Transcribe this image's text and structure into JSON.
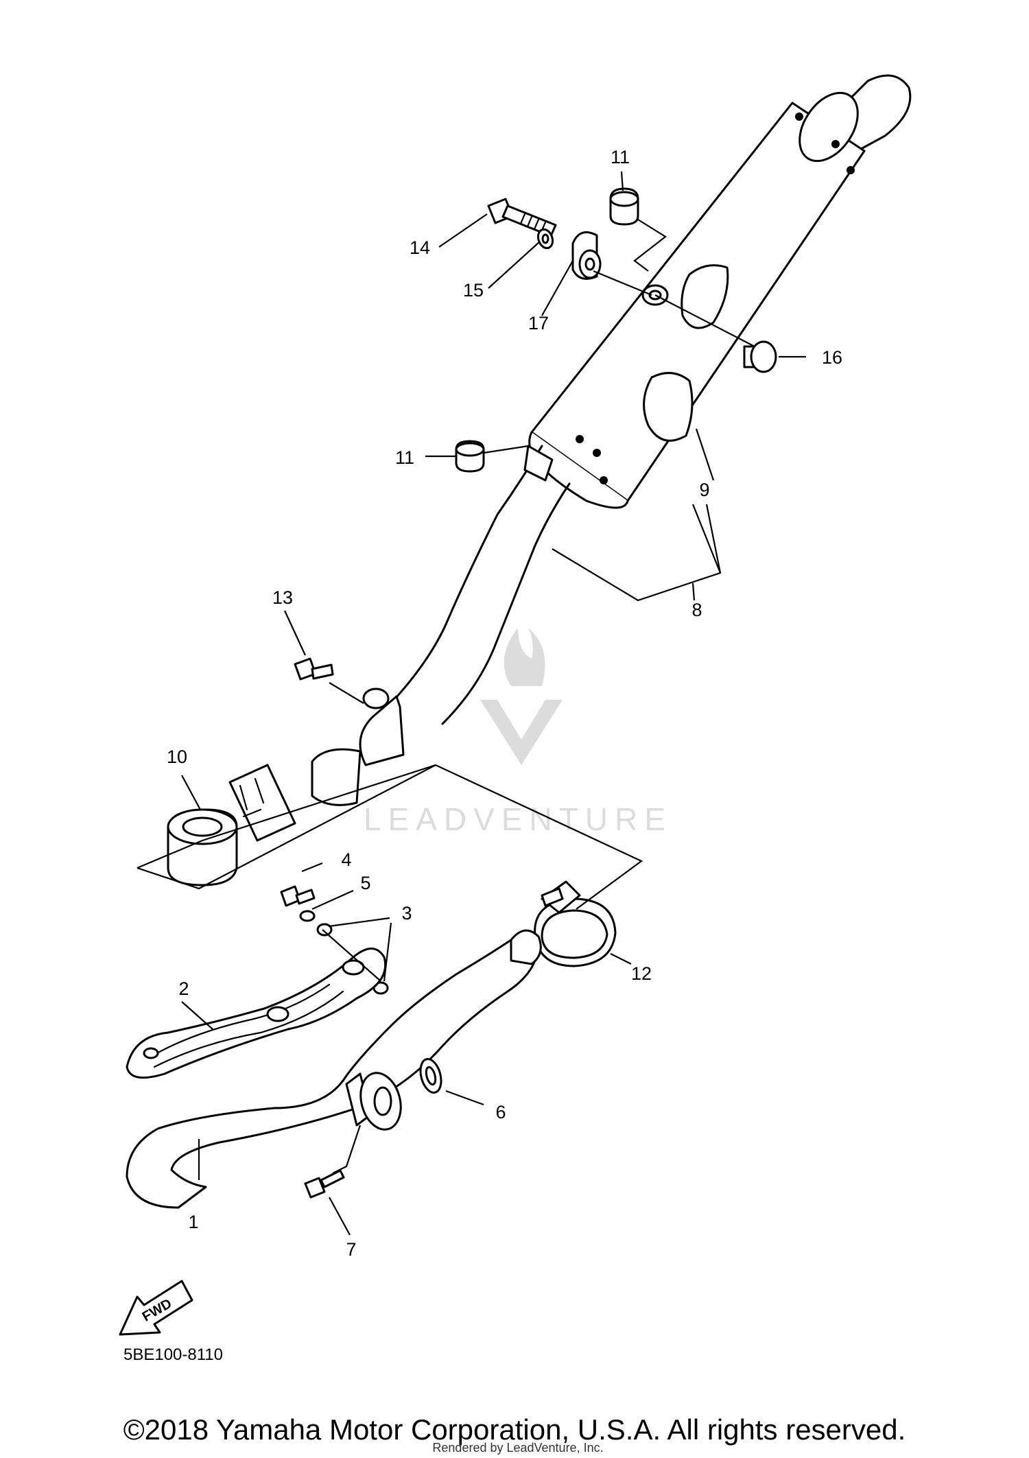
{
  "diagram": {
    "diagram_code": "5BE100-8110",
    "fwd_label": "FWD",
    "watermark_text": "LEADVENTURE",
    "callouts": {
      "c1": "1",
      "c2": "2",
      "c3": "3",
      "c4": "4",
      "c5": "5",
      "c6": "6",
      "c7": "7",
      "c8": "8",
      "c9": "9",
      "c10": "10",
      "c11a": "11",
      "c11b": "11",
      "c12": "12",
      "c13": "13",
      "c14": "14",
      "c15": "15",
      "c16": "16",
      "c17": "17"
    }
  },
  "footer": {
    "copyright": "©2018 Yamaha Motor Corporation, U.S.A. All rights reserved.",
    "rendered_by": "Rendered by LeadVenture, Inc."
  }
}
